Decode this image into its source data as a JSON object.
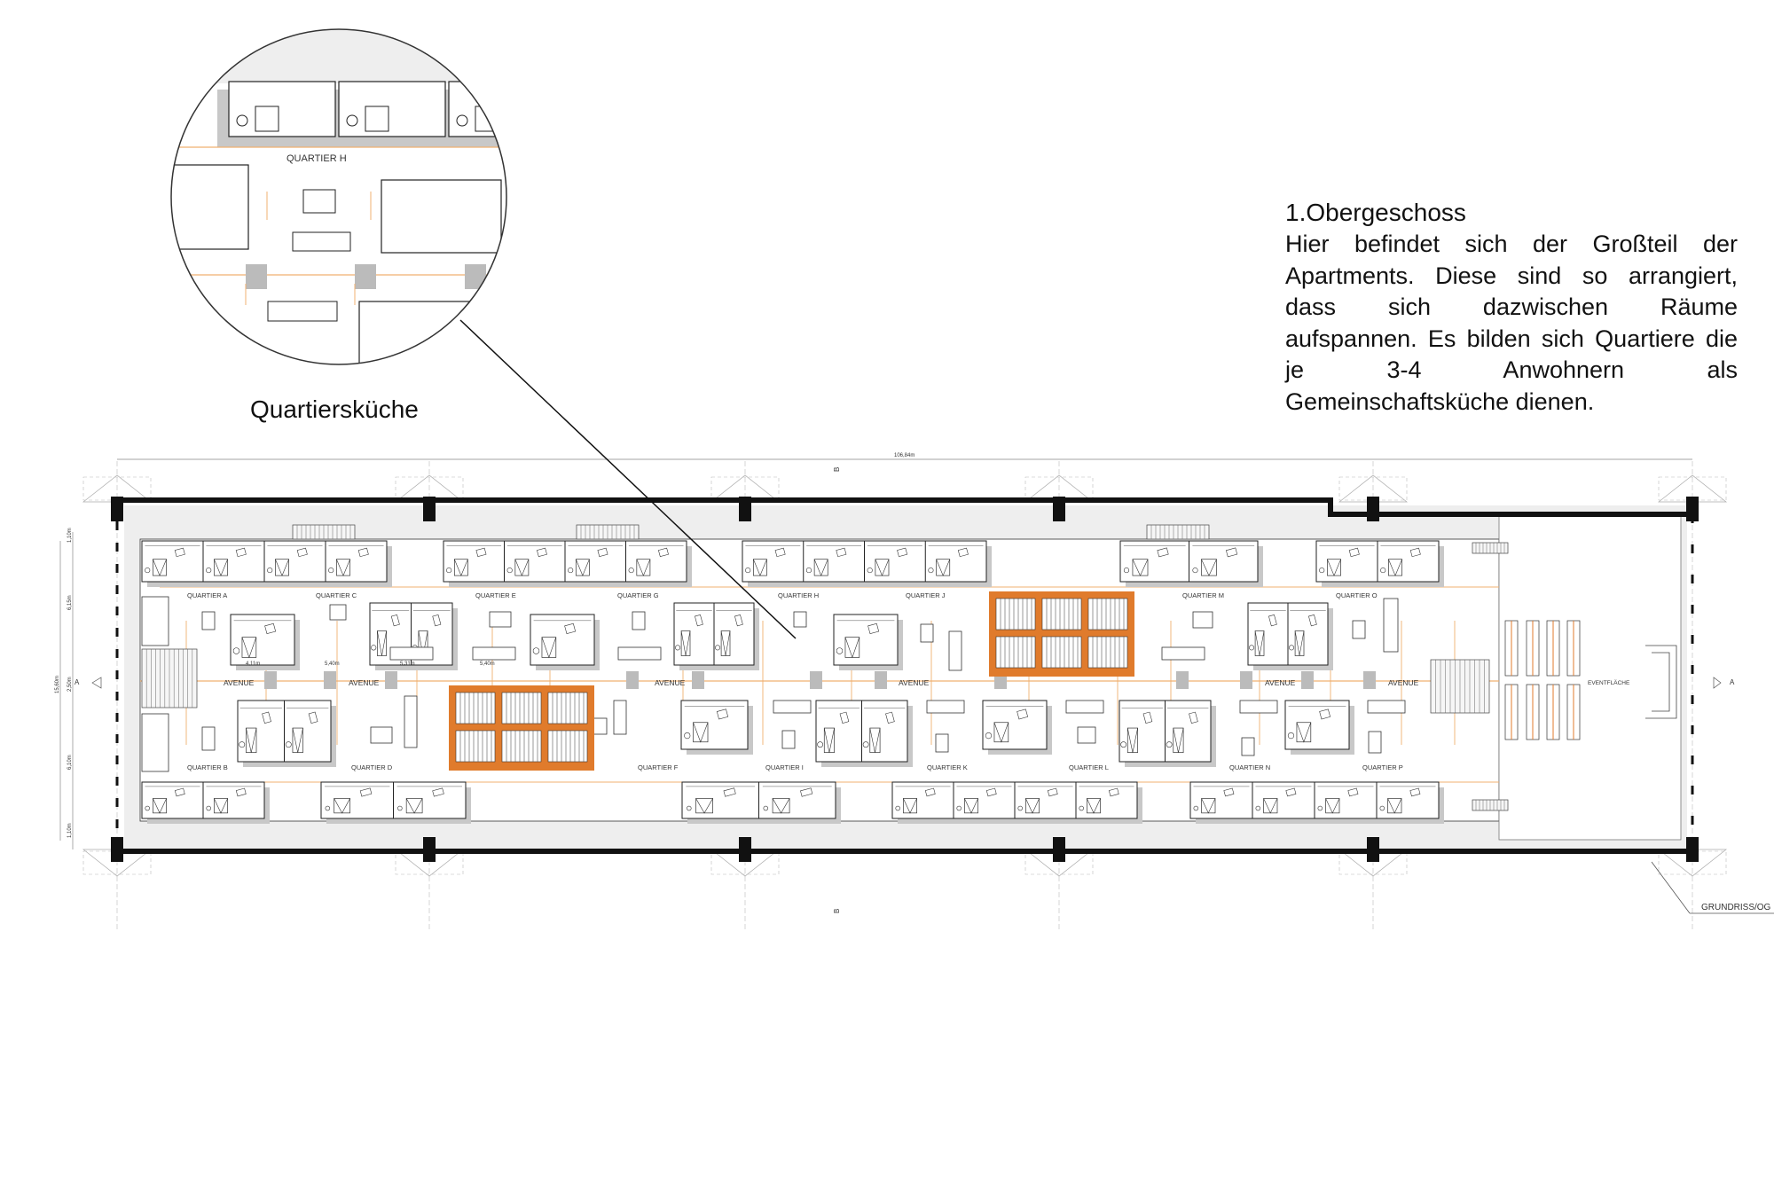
{
  "description": {
    "title": "1.Obergeschoss",
    "body": "Hier befindet sich der Großteil der Apartments. Diese sind so arrangiert, dass sich dazwischen Räume aufspannen. Es bilden sich Quartiere die je 3-4 Anwohnern als Gemeinschaftsküche dienen."
  },
  "detail": {
    "caption": "Quartiersküche",
    "label": "QUARTIER H"
  },
  "plan": {
    "quartiers_top": [
      "QUARTIER A",
      "QUARTIER C",
      "QUARTIER E",
      "QUARTIER G",
      "QUARTIER H",
      "QUARTIER J",
      "QUARTIER M",
      "QUARTIER O"
    ],
    "quartiers_bottom": [
      "QUARTIER B",
      "QUARTIER D",
      "QUARTIER F",
      "QUARTIER I",
      "QUARTIER K",
      "QUARTIER L",
      "QUARTIER N",
      "QUARTIER P"
    ],
    "avenue": "AVENUE",
    "event_area": "EVENTFLÄCHE",
    "drawing_title": "GRUNDRISS/OG",
    "section_a": "A",
    "section_b": "B",
    "dims": {
      "total_length": "106,84m",
      "total_width": "15,60m",
      "edge_top": "1,10m",
      "band_top": "6,15m",
      "avenue": "2,50m",
      "band_bottom": "6,10m",
      "edge_bottom": "1,10m",
      "module_1": "4,11m",
      "module_2": "5,40m",
      "module_3": "5,31m",
      "module_4": "5,40m"
    }
  },
  "colors": {
    "accent": "#e07b2c",
    "line": "#f0b070",
    "wall": "#111111",
    "shade": "#c8c8c8",
    "floor": "#eeeeee"
  }
}
